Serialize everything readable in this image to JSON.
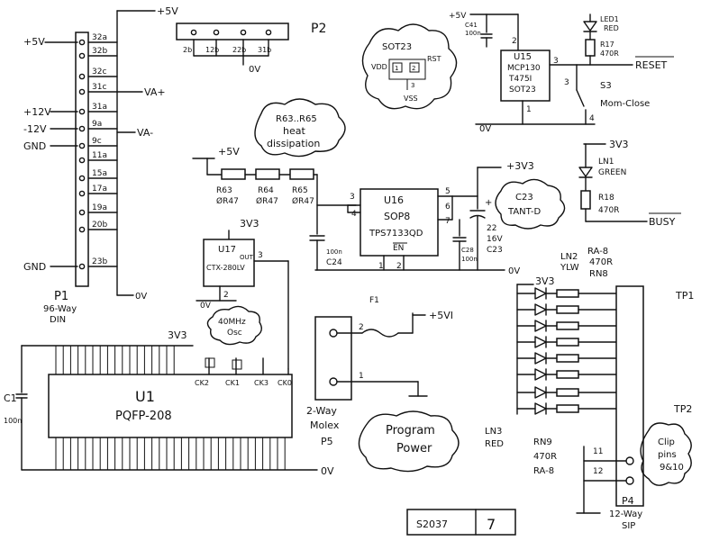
{
  "schematic": {
    "p1": {
      "label": "P1",
      "desc1": "96-Way",
      "desc2": "DIN",
      "pins": [
        "32a",
        "32b",
        "32c",
        "31c",
        "31a",
        "9a",
        "9c",
        "11a",
        "15a",
        "17a",
        "19a",
        "20b",
        "23b"
      ],
      "net_plus5v": "+5V",
      "net_plus12v": "+12V",
      "net_minus12v": "-12V",
      "net_gnd_top": "GND",
      "net_gnd_bottom": "GND",
      "net_va_plus": "VA+",
      "net_va_minus": "VA-",
      "net_0v": "0V"
    },
    "top_supply": "+5V",
    "p2": {
      "label": "P2",
      "pins": [
        "2b",
        "12b",
        "22b",
        "31b"
      ],
      "net_0v": "0V"
    },
    "sot23_cloud": {
      "title": "SOT23",
      "vdd": "VDD",
      "rst": "RST",
      "vss": "VSS",
      "pin1": "1",
      "pin2": "2",
      "pin3": "3"
    },
    "heat_note": {
      "line1": "R63..R65",
      "line2": "heat",
      "line3": "dissipation"
    },
    "u15": {
      "name": "U15",
      "part1": "MCP130",
      "part2": "T475I",
      "part3": "SOT23",
      "pin2": "2",
      "pin1": "1",
      "pin3": "3",
      "reset": "RESET",
      "supply": "+5V",
      "c41": "C41",
      "c41_val": "100n",
      "net_0v": "0V"
    },
    "led1": {
      "name": "LED1",
      "color": "RED",
      "r_name": "R17",
      "r_val": "470R"
    },
    "s3": {
      "name": "S3",
      "desc": "Mom-Close",
      "pin3": "3",
      "pin4": "4"
    },
    "resistors": {
      "supply": "+5V",
      "r63": "R63",
      "r64": "R64",
      "r65": "R65",
      "v63": "ØR47",
      "v64": "ØR47",
      "v65": "ØR47"
    },
    "u16": {
      "name": "U16",
      "pkg": "SOP8",
      "part": "TPS7133QD",
      "en": "EN",
      "pins": [
        "3",
        "4",
        "5",
        "6",
        "7",
        "1",
        "2"
      ],
      "out": "+3V3",
      "c24": "C24",
      "c24_val": "100n",
      "c28": "C28",
      "c28_val": "100n",
      "c23": "C23",
      "c23_v1": "22",
      "c23_v2": "16V",
      "c23_note": "C23 TANT-D",
      "net_0v": "0V"
    },
    "ln1": {
      "supply": "3V3",
      "name": "LN1",
      "color": "GREEN",
      "r_name": "R18",
      "r_val": "470R",
      "busy": "BUSY"
    },
    "u17": {
      "supply": "3V3",
      "name": "U17",
      "part": "CTX-280LV",
      "out": "OUT",
      "pin3": "3",
      "pin2": "2",
      "net_0v": "0V",
      "cloud1": "40MHz",
      "cloud2": "Osc"
    },
    "u1": {
      "name": "U1",
      "pkg": "PQFP-208",
      "supply": "3V3",
      "c1": "C1",
      "c1_val": "100n",
      "clk_labels": [
        "CK2",
        "CK1",
        "CK3",
        "CK0"
      ],
      "net_0v": "0V"
    },
    "p5": {
      "name": "P5",
      "desc1": "2-Way",
      "desc2": "Molex",
      "f1": "F1",
      "pin2": "2",
      "pin1": "1",
      "net": "+5VI",
      "cloud1": "Program",
      "cloud2": "Power"
    },
    "led_array": {
      "supply": "3V3",
      "ln2": "LN2",
      "ln2_color": "YLW",
      "ln3": "LN3",
      "ln3_color": "RED",
      "rn8": "RN8",
      "rn8_val": "470R",
      "rn8_pkg": "RA-8",
      "rn9": "RN9",
      "rn9_val": "470R",
      "rn9_pkg": "RA-8",
      "tp1": "TP1",
      "tp2": "TP2",
      "clip1": "Clip",
      "clip2": "pins",
      "clip3": "9&10"
    },
    "p4": {
      "name": "P4",
      "desc1": "12-Way",
      "desc2": "SIP",
      "pin11": "11",
      "pin12": "12"
    },
    "title_block": {
      "drawing": "S2037",
      "sheet": "7"
    }
  }
}
